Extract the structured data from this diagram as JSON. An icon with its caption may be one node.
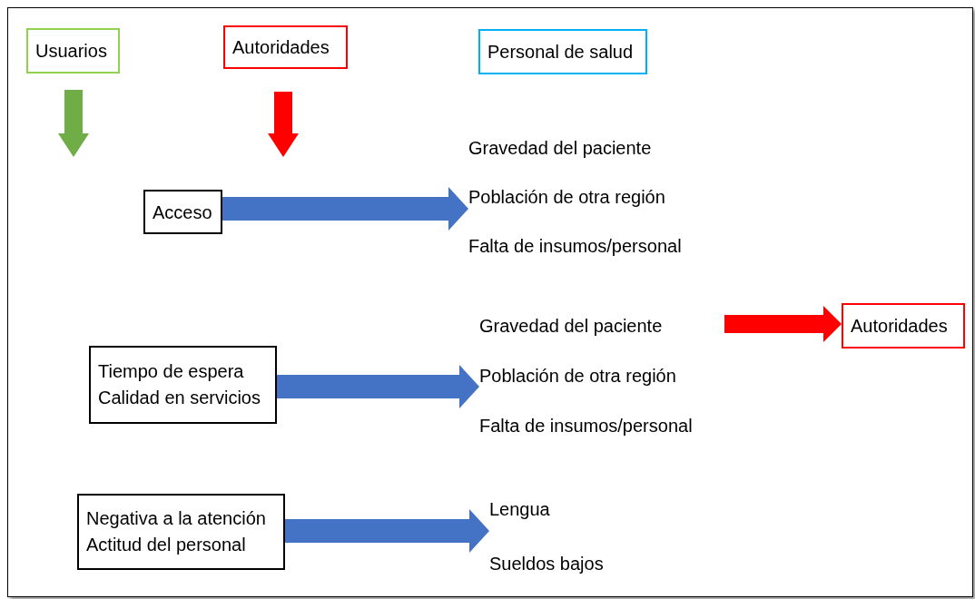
{
  "diagram": {
    "nodes": [
      {
        "text": [
          "Usuarios"
        ]
      },
      {
        "text": [
          "Autoridades"
        ]
      },
      {
        "text": [
          "Personal de salud"
        ]
      },
      {
        "text": [
          "Acceso"
        ]
      },
      {
        "text": [
          "Tiempo de espera",
          "Calidad en servicios"
        ]
      },
      {
        "text": [
          "Negativa a la atención",
          "Actitud del personal"
        ]
      },
      {
        "text": [
          "Autoridades"
        ]
      },
      {
        "text": [
          "Gravedad del paciente",
          "Población de otra región",
          "Falta de insumos/personal"
        ]
      },
      {
        "text": [
          "Gravedad del paciente",
          "Población de otra región",
          "Falta de insumos/personal"
        ]
      },
      {
        "text": [
          "Lengua",
          "Sueldos bajos"
        ]
      }
    ],
    "edges": [
      {
        "from": 3,
        "to": 7,
        "arrow": "to"
      },
      {
        "from": 4,
        "to": 8,
        "arrow": "to"
      },
      {
        "from": 5,
        "to": 9,
        "arrow": "to"
      },
      {
        "from": 8,
        "to": 6,
        "arrow": "to",
        "color": "#ff0000"
      }
    ]
  }
}
